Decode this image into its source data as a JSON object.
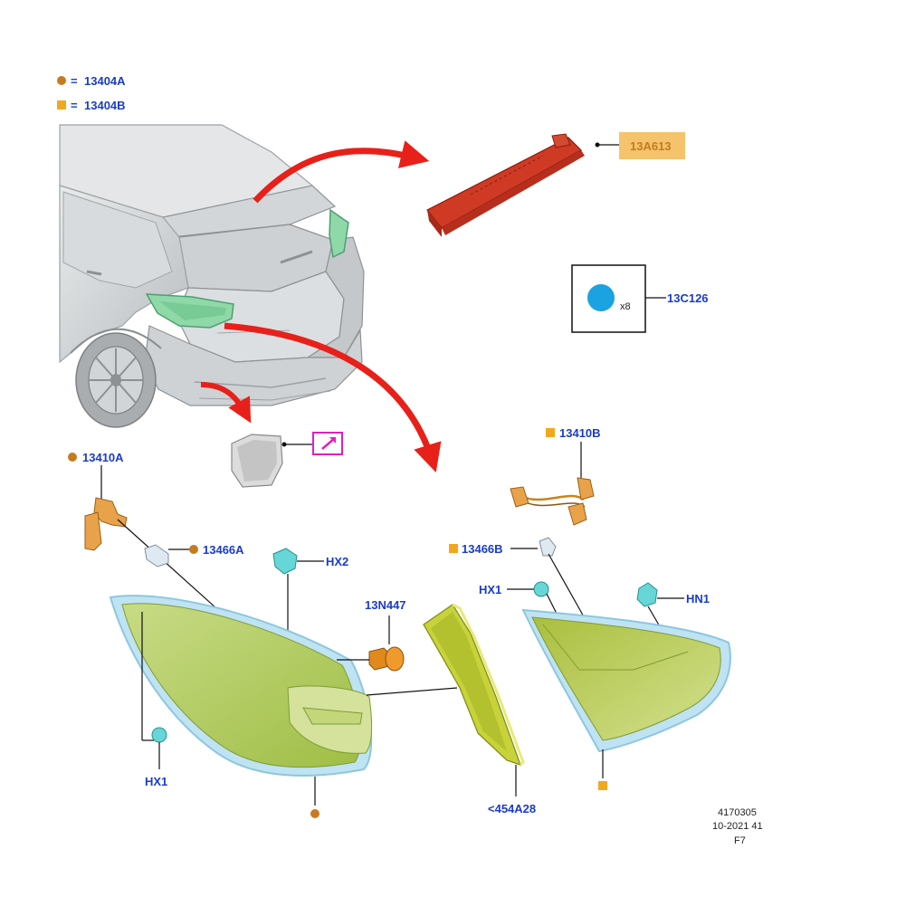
{
  "legend": {
    "item_a": {
      "marker": "circle",
      "color": "#c87a1e",
      "symbol": "=",
      "label": "13404A"
    },
    "item_b": {
      "marker": "square",
      "color": "#f2a81d",
      "symbol": "=",
      "label": "13404B"
    }
  },
  "parts": {
    "high_mount_lamp": {
      "label": "13A613",
      "highlight": "#f5c36b"
    },
    "clip_box": {
      "label": "13C126",
      "qty": "x8",
      "dot_color": "#1aa3e0"
    },
    "sock_a": {
      "label": "13410A"
    },
    "sock_b": {
      "label": "13410B"
    },
    "bulb_a": {
      "label": "13466A"
    },
    "bulb_b": {
      "label": "13466B"
    },
    "hx2": {
      "label": "HX2"
    },
    "hx1_right": {
      "label": "HX1"
    },
    "hx1_left": {
      "label": "HX1"
    },
    "hn1": {
      "label": "HN1"
    },
    "nut": {
      "label": "13N447"
    },
    "inner_panel": {
      "label": "<454A28"
    },
    "ref_icon": {
      "color": "#e020c0"
    }
  },
  "colors": {
    "label_blue": "#1a3cc8",
    "arrow_red": "#e8201a",
    "lens_green": "#b9d36a",
    "rim_blue": "#bfe3f2"
  },
  "footer": {
    "line1": "4170305",
    "line2": "10-2021 41",
    "line3": "F7"
  }
}
